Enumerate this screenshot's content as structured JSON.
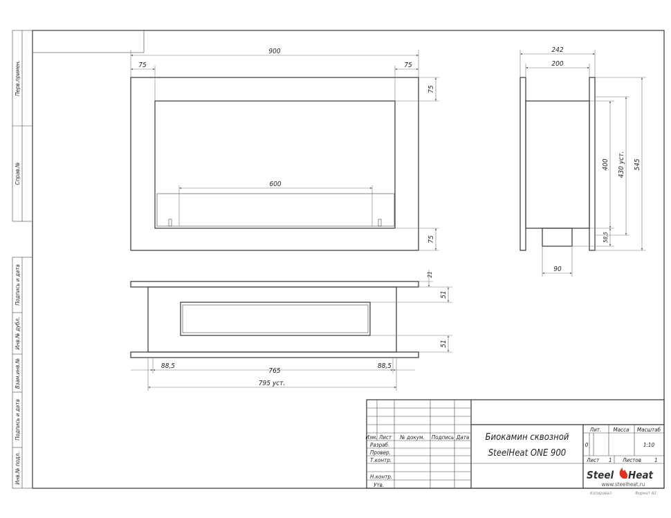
{
  "side_strip": [
    "Перв.примен.",
    "Справ.№",
    "Подпись и дата",
    "Инв.№ дубл.",
    "Взам.инв.№",
    "Подпись и дата",
    "Инв.№ подл."
  ],
  "front_view": {
    "width": "900",
    "margin_left": "75",
    "margin_right": "75",
    "top": "75",
    "bottom": "75",
    "burner": "600"
  },
  "side_view": {
    "depth": "242",
    "inner": "200",
    "body": "400",
    "install": "430 уст.",
    "height": "545",
    "foot": "58,5",
    "foot_width": "90"
  },
  "top_view": {
    "plate": "21",
    "gap_top": "51",
    "gap_bottom": "51",
    "left": "88,5",
    "mid": "765",
    "right": "88,5",
    "install": "795 уст."
  },
  "title_block": {
    "headers": [
      "Изм.",
      "Лист",
      "№ докум.",
      "Подпись",
      "Дата"
    ],
    "roles": [
      "Разраб.",
      "Провер.",
      "Т.контр.",
      "",
      "Н.контр.",
      "Утв."
    ],
    "title_line1": "Биокамин сквозной",
    "title_line2": "SteelHeat ONE 900",
    "lit_label": "Лит.",
    "mass_label": "Масса",
    "scale_label": "Масштаб",
    "lit_value": "0",
    "scale_value": "1:10",
    "sheet_label": "Лист",
    "sheet_value": "1",
    "sheets_label": "Листов",
    "sheets_value": "1",
    "logo_left": "Steel",
    "logo_right": "Heat",
    "website": "www.steelheat.ru",
    "copied": "Копировал",
    "format": "Формат A3"
  },
  "colors": {
    "flame": "#e0301e",
    "line": "#333333"
  }
}
